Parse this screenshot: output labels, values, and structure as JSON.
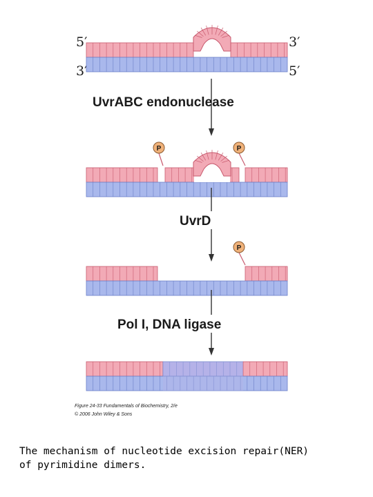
{
  "diagram": {
    "strand_labels": {
      "top_left": "5′",
      "top_right": "3′",
      "bottom_left": "3′",
      "bottom_right": "5′"
    },
    "steps": [
      {
        "label": "UvrABC endonuclease"
      },
      {
        "label": "UvrD"
      },
      {
        "label": "Pol I, DNA ligase"
      }
    ],
    "phosphate_label": "P",
    "credit_line1": "Figure 24-33 Fundamentals of Biochemistry, 2/e",
    "credit_line2": "© 2006 John Wiley & Sons",
    "colors": {
      "top_strand": "#f2aab6",
      "top_strand_line": "#c85a6e",
      "bottom_strand": "#a9b8ec",
      "bottom_strand_line": "#6a7fc8",
      "repaired_segment": "#b5b3e8",
      "phosphate": "#f0b27a",
      "arrow": "#333333"
    }
  },
  "caption": {
    "line1": "The mechanism of nucleotide excision repair(NER)",
    "line2": "of pyrimidine dimers."
  }
}
